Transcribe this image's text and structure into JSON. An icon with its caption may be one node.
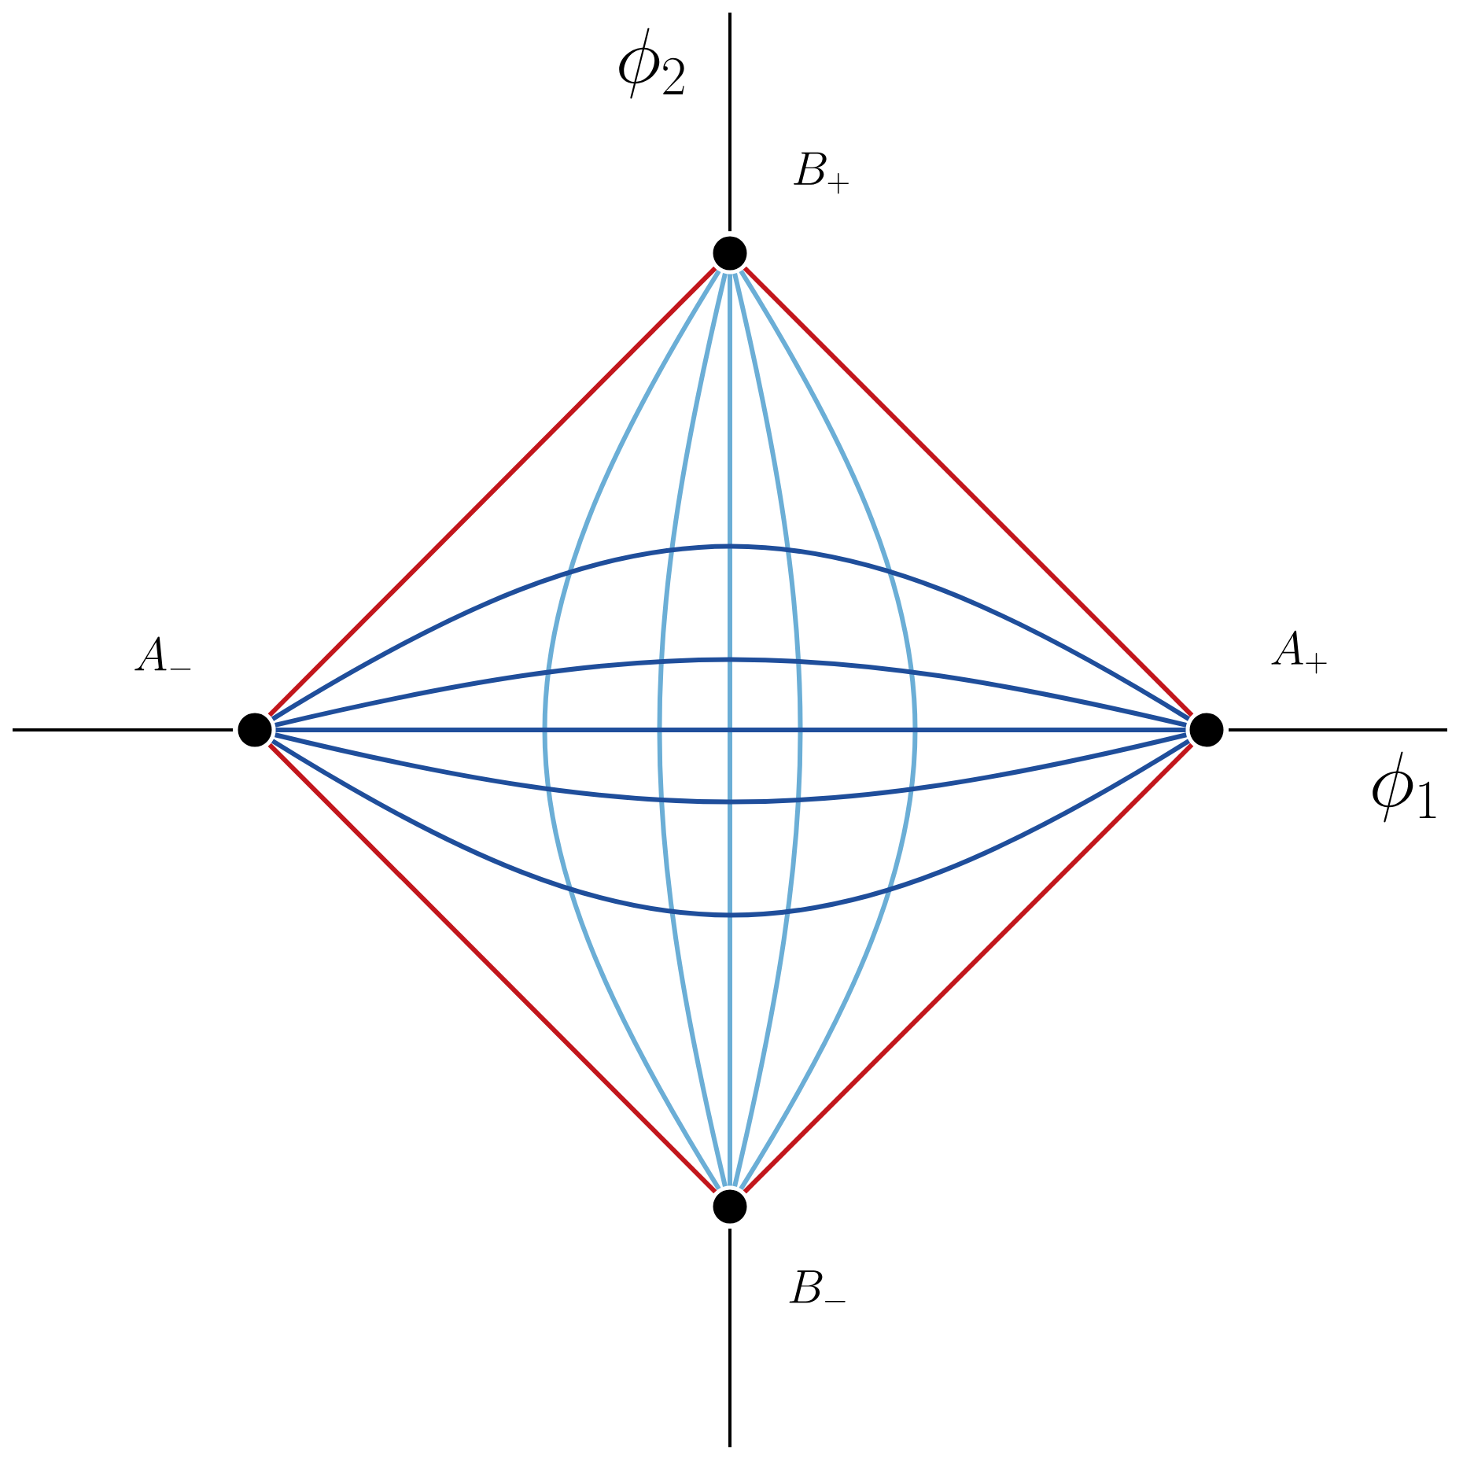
{
  "diagram": {
    "nodes": [
      {
        "text": [],
        "shape": "circle",
        "beside": [
          "B_{+}"
        ]
      },
      {
        "text": [],
        "shape": "circle",
        "beside": [
          "A_{-}"
        ]
      },
      {
        "text": [],
        "shape": "circle",
        "beside": [
          "A_{+}"
        ]
      },
      {
        "text": [],
        "shape": "circle",
        "beside": [
          "B_{-}"
        ]
      }
    ],
    "edges": [
      {
        "from": 1,
        "to": 0,
        "arrow": "none",
        "color": "#c2161c"
      },
      {
        "from": 0,
        "to": 2,
        "arrow": "none",
        "color": "#c2161c"
      },
      {
        "from": 2,
        "to": 3,
        "arrow": "none",
        "color": "#c2161c"
      },
      {
        "from": 3,
        "to": 1,
        "arrow": "none",
        "color": "#c2161c"
      },
      {
        "from": 0,
        "to": 3,
        "arrow": "none",
        "color": "#6baed6"
      },
      {
        "from": 0,
        "to": 3,
        "arrow": "none",
        "color": "#6baed6"
      },
      {
        "from": 0,
        "to": 3,
        "arrow": "none",
        "color": "#6baed6"
      },
      {
        "from": 0,
        "to": 3,
        "arrow": "none",
        "color": "#6baed6"
      },
      {
        "from": 0,
        "to": 3,
        "arrow": "none",
        "color": "#6baed6"
      },
      {
        "from": 1,
        "to": 2,
        "arrow": "none",
        "color": "#1f4e9b"
      },
      {
        "from": 1,
        "to": 2,
        "arrow": "none",
        "color": "#1f4e9b"
      },
      {
        "from": 1,
        "to": 2,
        "arrow": "none",
        "color": "#1f4e9b"
      },
      {
        "from": 1,
        "to": 2,
        "arrow": "none",
        "color": "#1f4e9b"
      },
      {
        "from": 1,
        "to": 2,
        "arrow": "none",
        "color": "#1f4e9b"
      }
    ],
    "labels": [
      "\\phi_{2}",
      "\\phi_{1}"
    ]
  }
}
